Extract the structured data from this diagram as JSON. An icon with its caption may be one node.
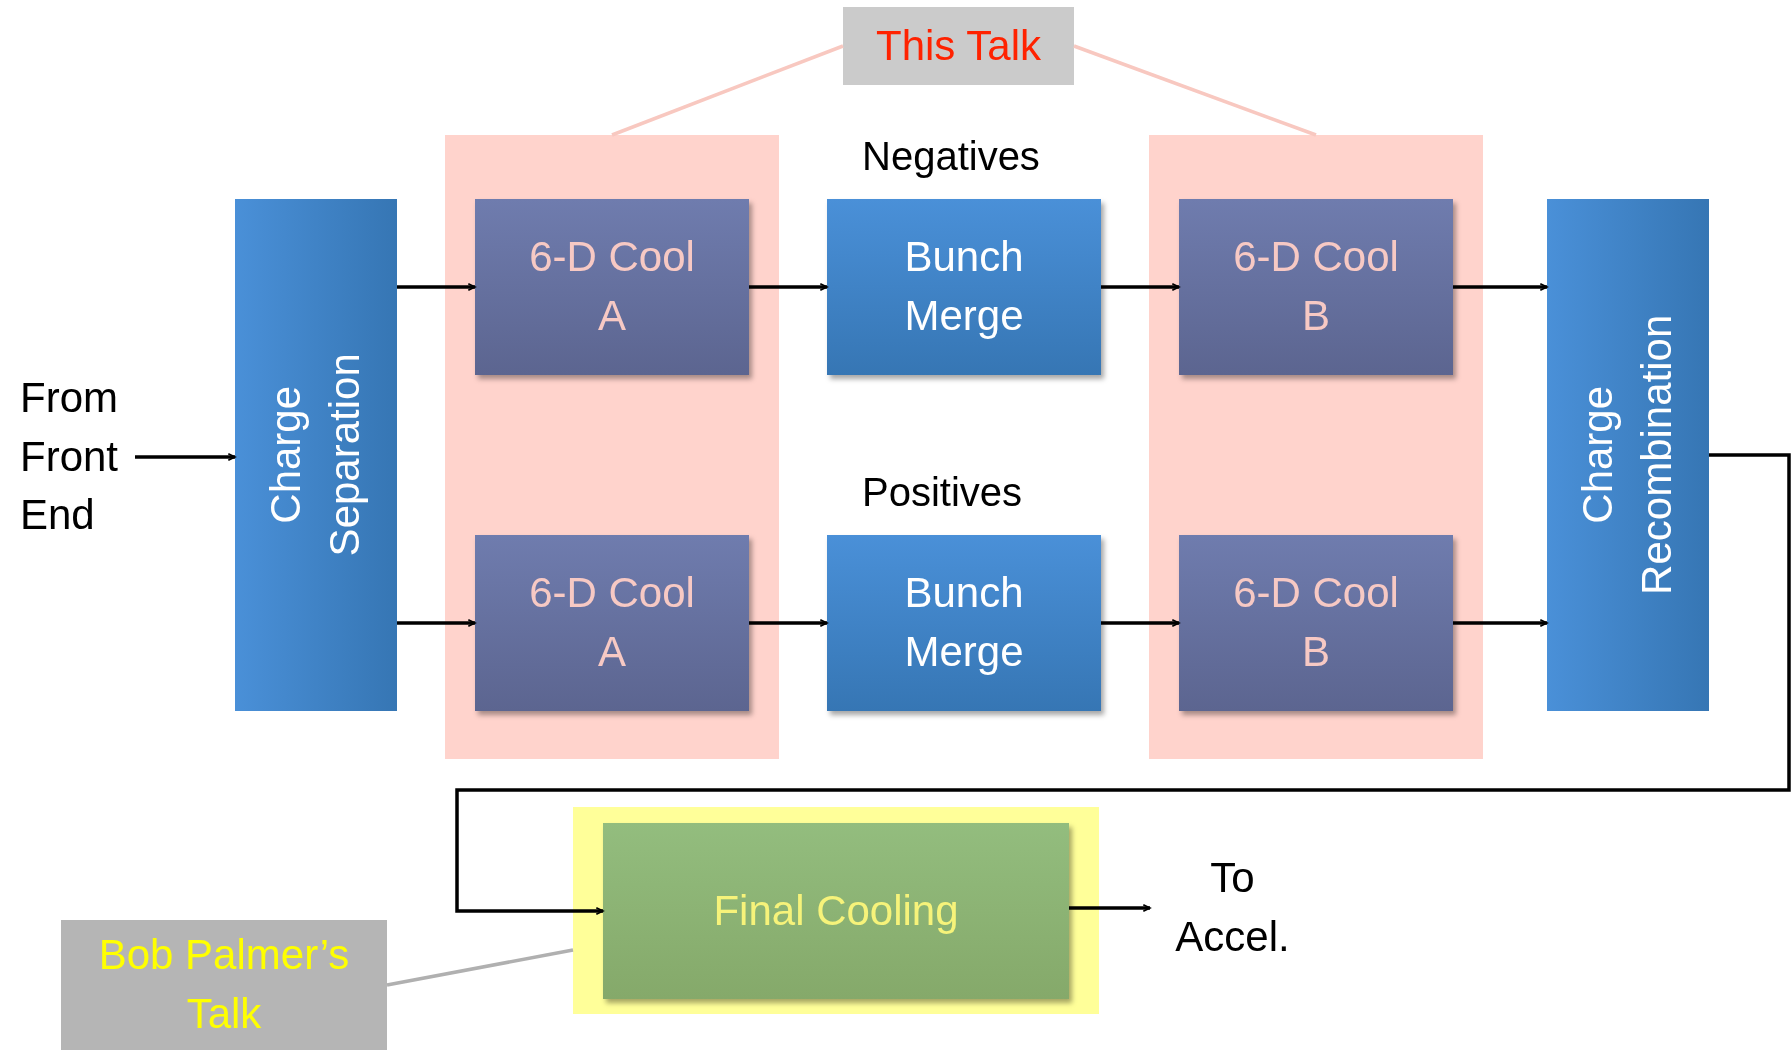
{
  "diagram": {
    "nodes": [
      {
        "text": [
          "This Talk"
        ]
      },
      {
        "text": [
          "From Front End"
        ]
      },
      {
        "text": [
          "Charge Separation"
        ]
      },
      {
        "text": [],
        "shape": "box"
      },
      {
        "text": [
          "6-D Cool A"
        ],
        "in": 3
      },
      {
        "text": [
          "6-D Cool A"
        ],
        "in": 3
      },
      {
        "text": [
          "Bunch Merge"
        ]
      },
      {
        "text": [
          "Bunch Merge"
        ]
      },
      {
        "text": [],
        "shape": "box"
      },
      {
        "text": [
          "6-D Cool B"
        ],
        "in": 8
      },
      {
        "text": [
          "6-D Cool B"
        ],
        "in": 8
      },
      {
        "text": [
          "Charge Recombination"
        ]
      },
      {
        "text": [],
        "shape": "box"
      },
      {
        "text": [
          "Final Cooling"
        ],
        "in": 12
      },
      {
        "text": [
          "To Accel."
        ]
      },
      {
        "text": [
          "Bob Palmer’s Talk"
        ]
      }
    ],
    "edges": [
      {
        "from": 0,
        "to": 3,
        "arrow": "none",
        "color": "#f8c8c0"
      },
      {
        "from": 0,
        "to": 8,
        "arrow": "none",
        "color": "#f8c8c0"
      },
      {
        "from": 1,
        "to": 2,
        "arrow": "to"
      },
      {
        "from": 2,
        "to": 4,
        "arrow": "to"
      },
      {
        "from": 2,
        "to": 5,
        "arrow": "to"
      },
      {
        "from": 4,
        "to": 6,
        "arrow": "to"
      },
      {
        "from": 5,
        "to": 7,
        "arrow": "to"
      },
      {
        "from": 6,
        "to": 9,
        "arrow": "to"
      },
      {
        "from": 7,
        "to": 10,
        "arrow": "to"
      },
      {
        "from": 9,
        "to": 11,
        "arrow": "to"
      },
      {
        "from": 10,
        "to": 11,
        "arrow": "to"
      },
      {
        "from": 11,
        "to": 13,
        "arrow": "to"
      },
      {
        "from": 13,
        "to": 14,
        "arrow": "to"
      },
      {
        "from": 15,
        "to": 12,
        "arrow": "none",
        "color": "#b0b0b0"
      }
    ],
    "labels": [
      "Negatives",
      "Positives"
    ]
  }
}
